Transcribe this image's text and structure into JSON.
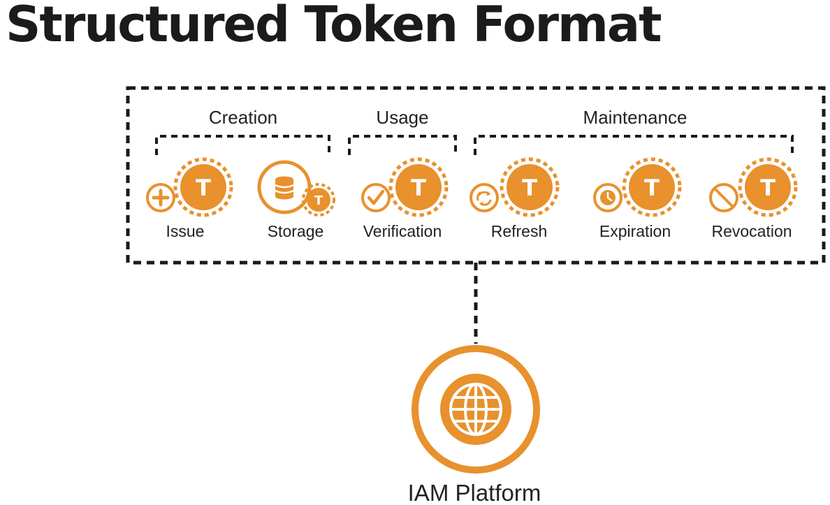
{
  "title": "Structured Token Format",
  "colors": {
    "accent": "#E8912D",
    "dash": "#1a1a1a",
    "text": "#222222"
  },
  "groups": [
    {
      "label": "Creation"
    },
    {
      "label": "Usage"
    },
    {
      "label": "Maintenance"
    }
  ],
  "token_letter": "T",
  "steps": [
    {
      "label": "Issue",
      "icon": "plus-icon"
    },
    {
      "label": "Storage",
      "icon": "database-icon"
    },
    {
      "label": "Verification",
      "icon": "checkmark-icon"
    },
    {
      "label": "Refresh",
      "icon": "recycle-icon"
    },
    {
      "label": "Expiration",
      "icon": "clock-icon"
    },
    {
      "label": "Revocation",
      "icon": "prohibited-icon"
    }
  ],
  "platform": {
    "label": "IAM Platform",
    "icon": "globe-icon"
  }
}
